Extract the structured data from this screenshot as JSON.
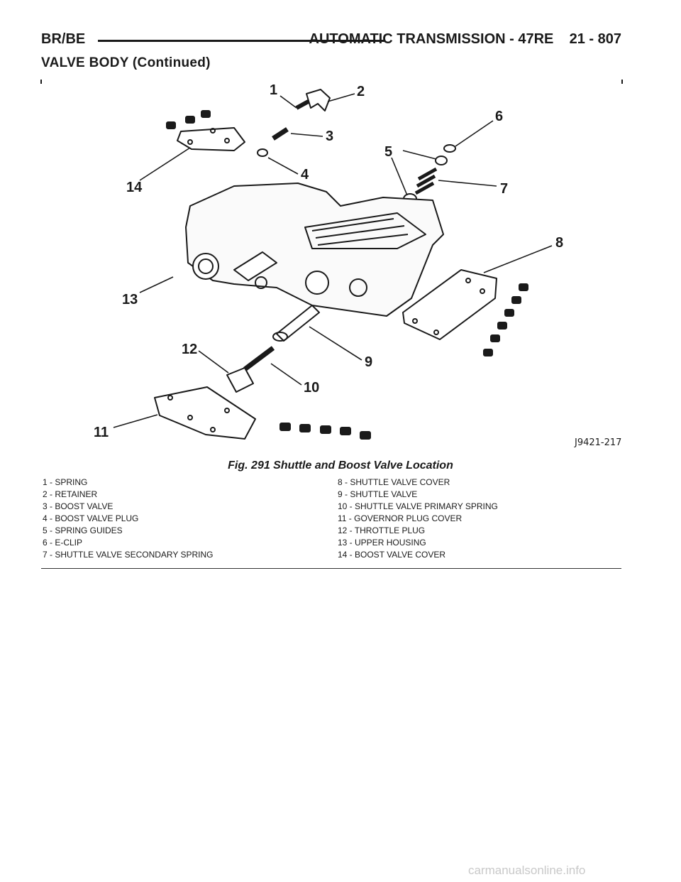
{
  "header": {
    "left": "BR/BE",
    "right": "AUTOMATIC TRANSMISSION - 47RE    21 - 807"
  },
  "section_title": "VALVE BODY (Continued)",
  "figure": {
    "drawing_id": "J9421-217",
    "callouts": [
      "1",
      "2",
      "3",
      "4",
      "5",
      "6",
      "7",
      "8",
      "9",
      "10",
      "11",
      "12",
      "13",
      "14"
    ],
    "caption": "Fig. 291 Shuttle and Boost Valve Location"
  },
  "legend": {
    "left": [
      "1 - SPRING",
      "2 - RETAINER",
      "3 - BOOST VALVE",
      "4 - BOOST VALVE PLUG",
      "5 - SPRING GUIDES",
      "6 - E-CLIP",
      "7 - SHUTTLE VALVE SECONDARY SPRING"
    ],
    "right": [
      "8 - SHUTTLE VALVE COVER",
      "9 - SHUTTLE VALVE",
      "10 - SHUTTLE VALVE PRIMARY SPRING",
      "11 - GOVERNOR PLUG COVER",
      "12 - THROTTLE PLUG",
      "13 - UPPER HOUSING",
      "14 - BOOST VALVE COVER"
    ]
  },
  "watermark": "carmanualsonline.info"
}
